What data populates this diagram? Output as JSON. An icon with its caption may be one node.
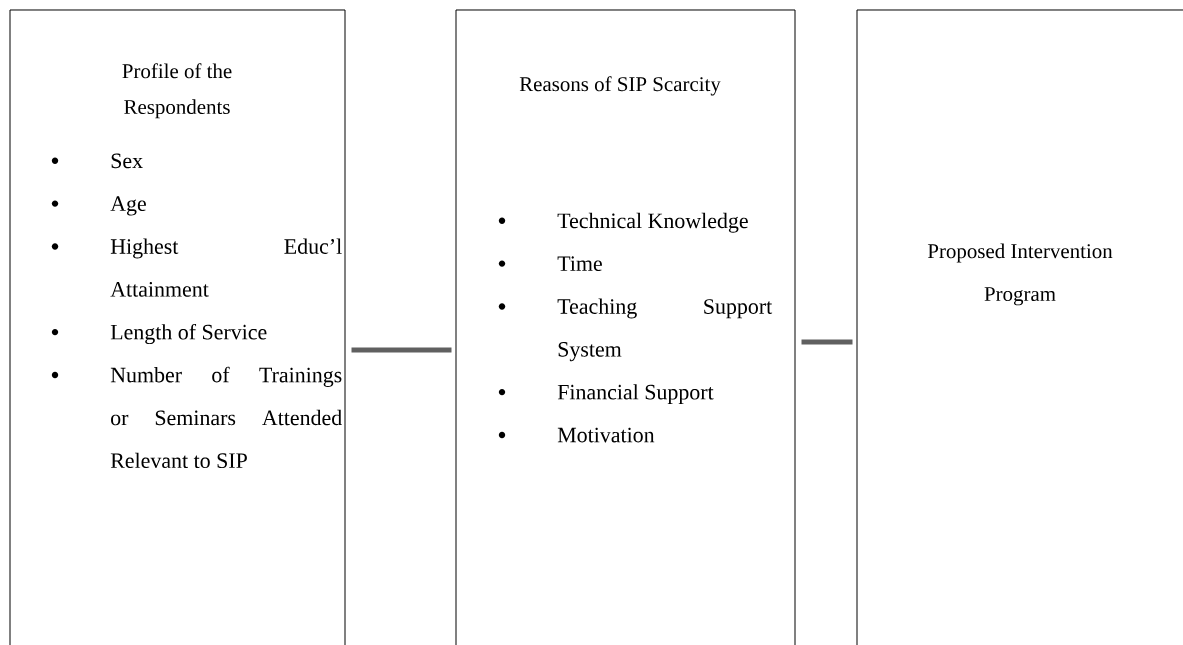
{
  "diagram": {
    "nodes": [
      {
        "text": [
          "Profile of the Respondents",
          "Sex",
          "Age",
          "Highest Educ’l Attainment",
          "Length of Service",
          "Number of Trainings or Seminars Attended Relevant to SIP"
        ]
      },
      {
        "text": [
          "Reasons of SIP Scarcity",
          "Technical Knowledge",
          "Time",
          "Teaching Support System",
          "Financial Support",
          "Motivation"
        ]
      },
      {
        "text": [
          "Proposed Intervention Program"
        ]
      }
    ],
    "edges": [
      {
        "from": 0,
        "to": 1,
        "arrow": "none"
      },
      {
        "from": 1,
        "to": 2,
        "arrow": "none"
      }
    ]
  }
}
